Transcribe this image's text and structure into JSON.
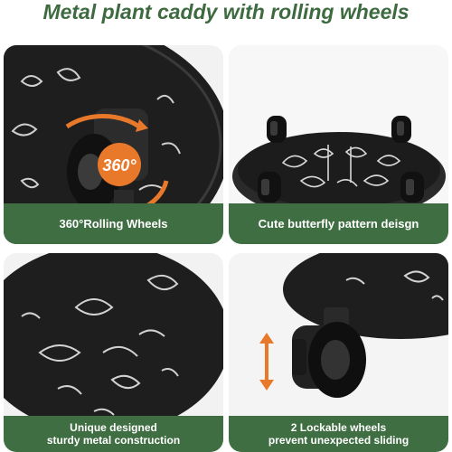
{
  "title": "Metal plant caddy with rolling wheels",
  "badge": "360°",
  "panels": [
    {
      "caption_lines": [
        "360°Rolling Wheels"
      ]
    },
    {
      "caption_lines": [
        "Cute butterfly pattern deisgn"
      ]
    },
    {
      "caption_lines": [
        "Unique designed",
        "sturdy metal construction"
      ]
    },
    {
      "caption_lines": [
        "2 Lockable wheels",
        "prevent unexpected sliding"
      ]
    }
  ],
  "colors": {
    "brand_green": "#3f6e42",
    "accent_orange": "#e8782a",
    "metal": "#1e1e1e"
  }
}
